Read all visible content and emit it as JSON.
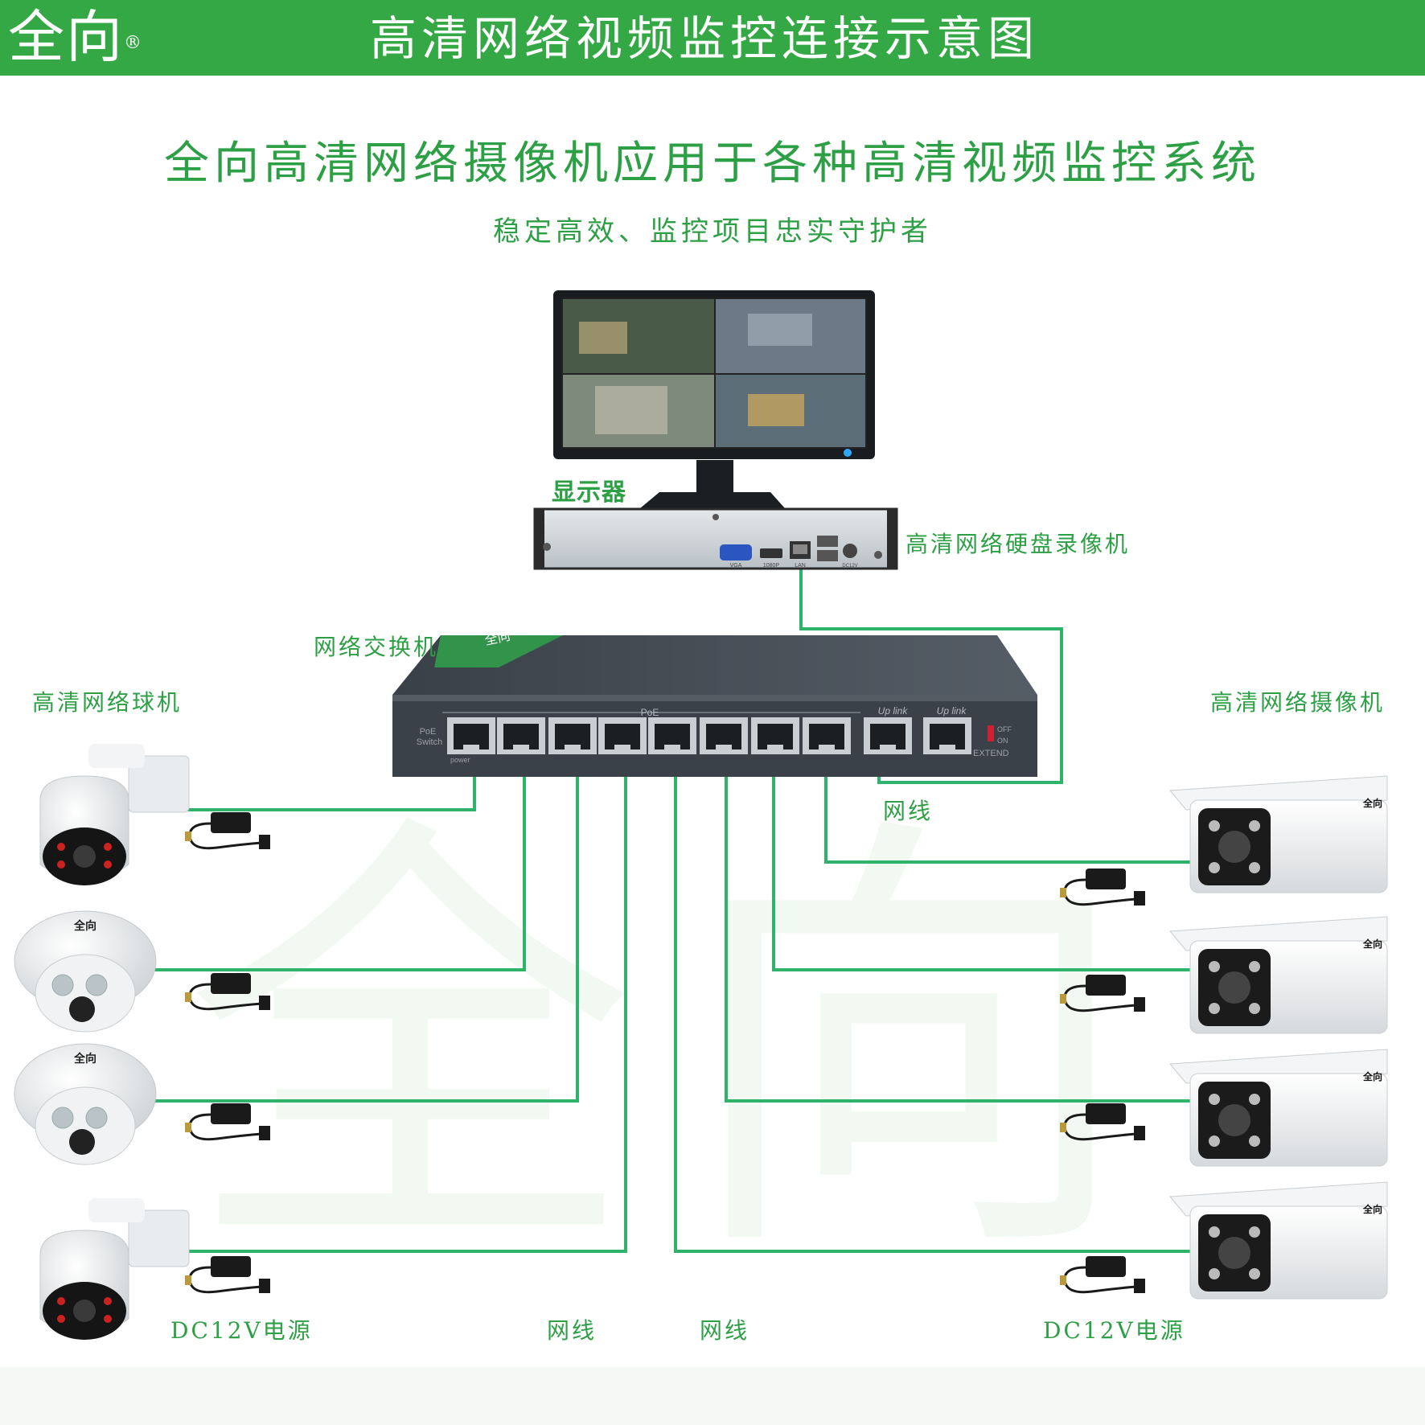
{
  "header": {
    "brand": "全向",
    "registered": "®",
    "title": "高清网络视频监控连接示意图"
  },
  "main_title": "全向高清网络摄像机应用于各种高清视频监控系统",
  "subtitle": "稳定高效、监控项目忠实守护者",
  "labels": {
    "monitor": "显示器",
    "nvr": "高清网络硬盘录像机",
    "switch": "网络交换机",
    "dome_cameras": "高清网络球机",
    "bullet_cameras": "高清网络摄像机",
    "cable_right": "网线",
    "power_left": "DC12V电源",
    "cable_bottom_1": "网线",
    "cable_bottom_2": "网线",
    "power_right": "DC12V电源"
  },
  "switch_panel": {
    "poe": "PoE",
    "uplink_1": "Up link",
    "uplink_2": "Up link",
    "poe_switch_1": "PoE",
    "poe_switch_2": "Switch",
    "power": "power",
    "off": "OFF",
    "on": "ON",
    "extend": "EXTEND",
    "lid_logo": "全向"
  },
  "nvr_ports": {
    "vga": "VGA",
    "hdmi": "1080P",
    "lan": "LAN",
    "dc": "DC12V"
  },
  "camera_logo": "全向",
  "watermark": "全向",
  "colors": {
    "green": "#34a845",
    "text_green": "#2d9f45",
    "cable": "#2fb36a"
  }
}
